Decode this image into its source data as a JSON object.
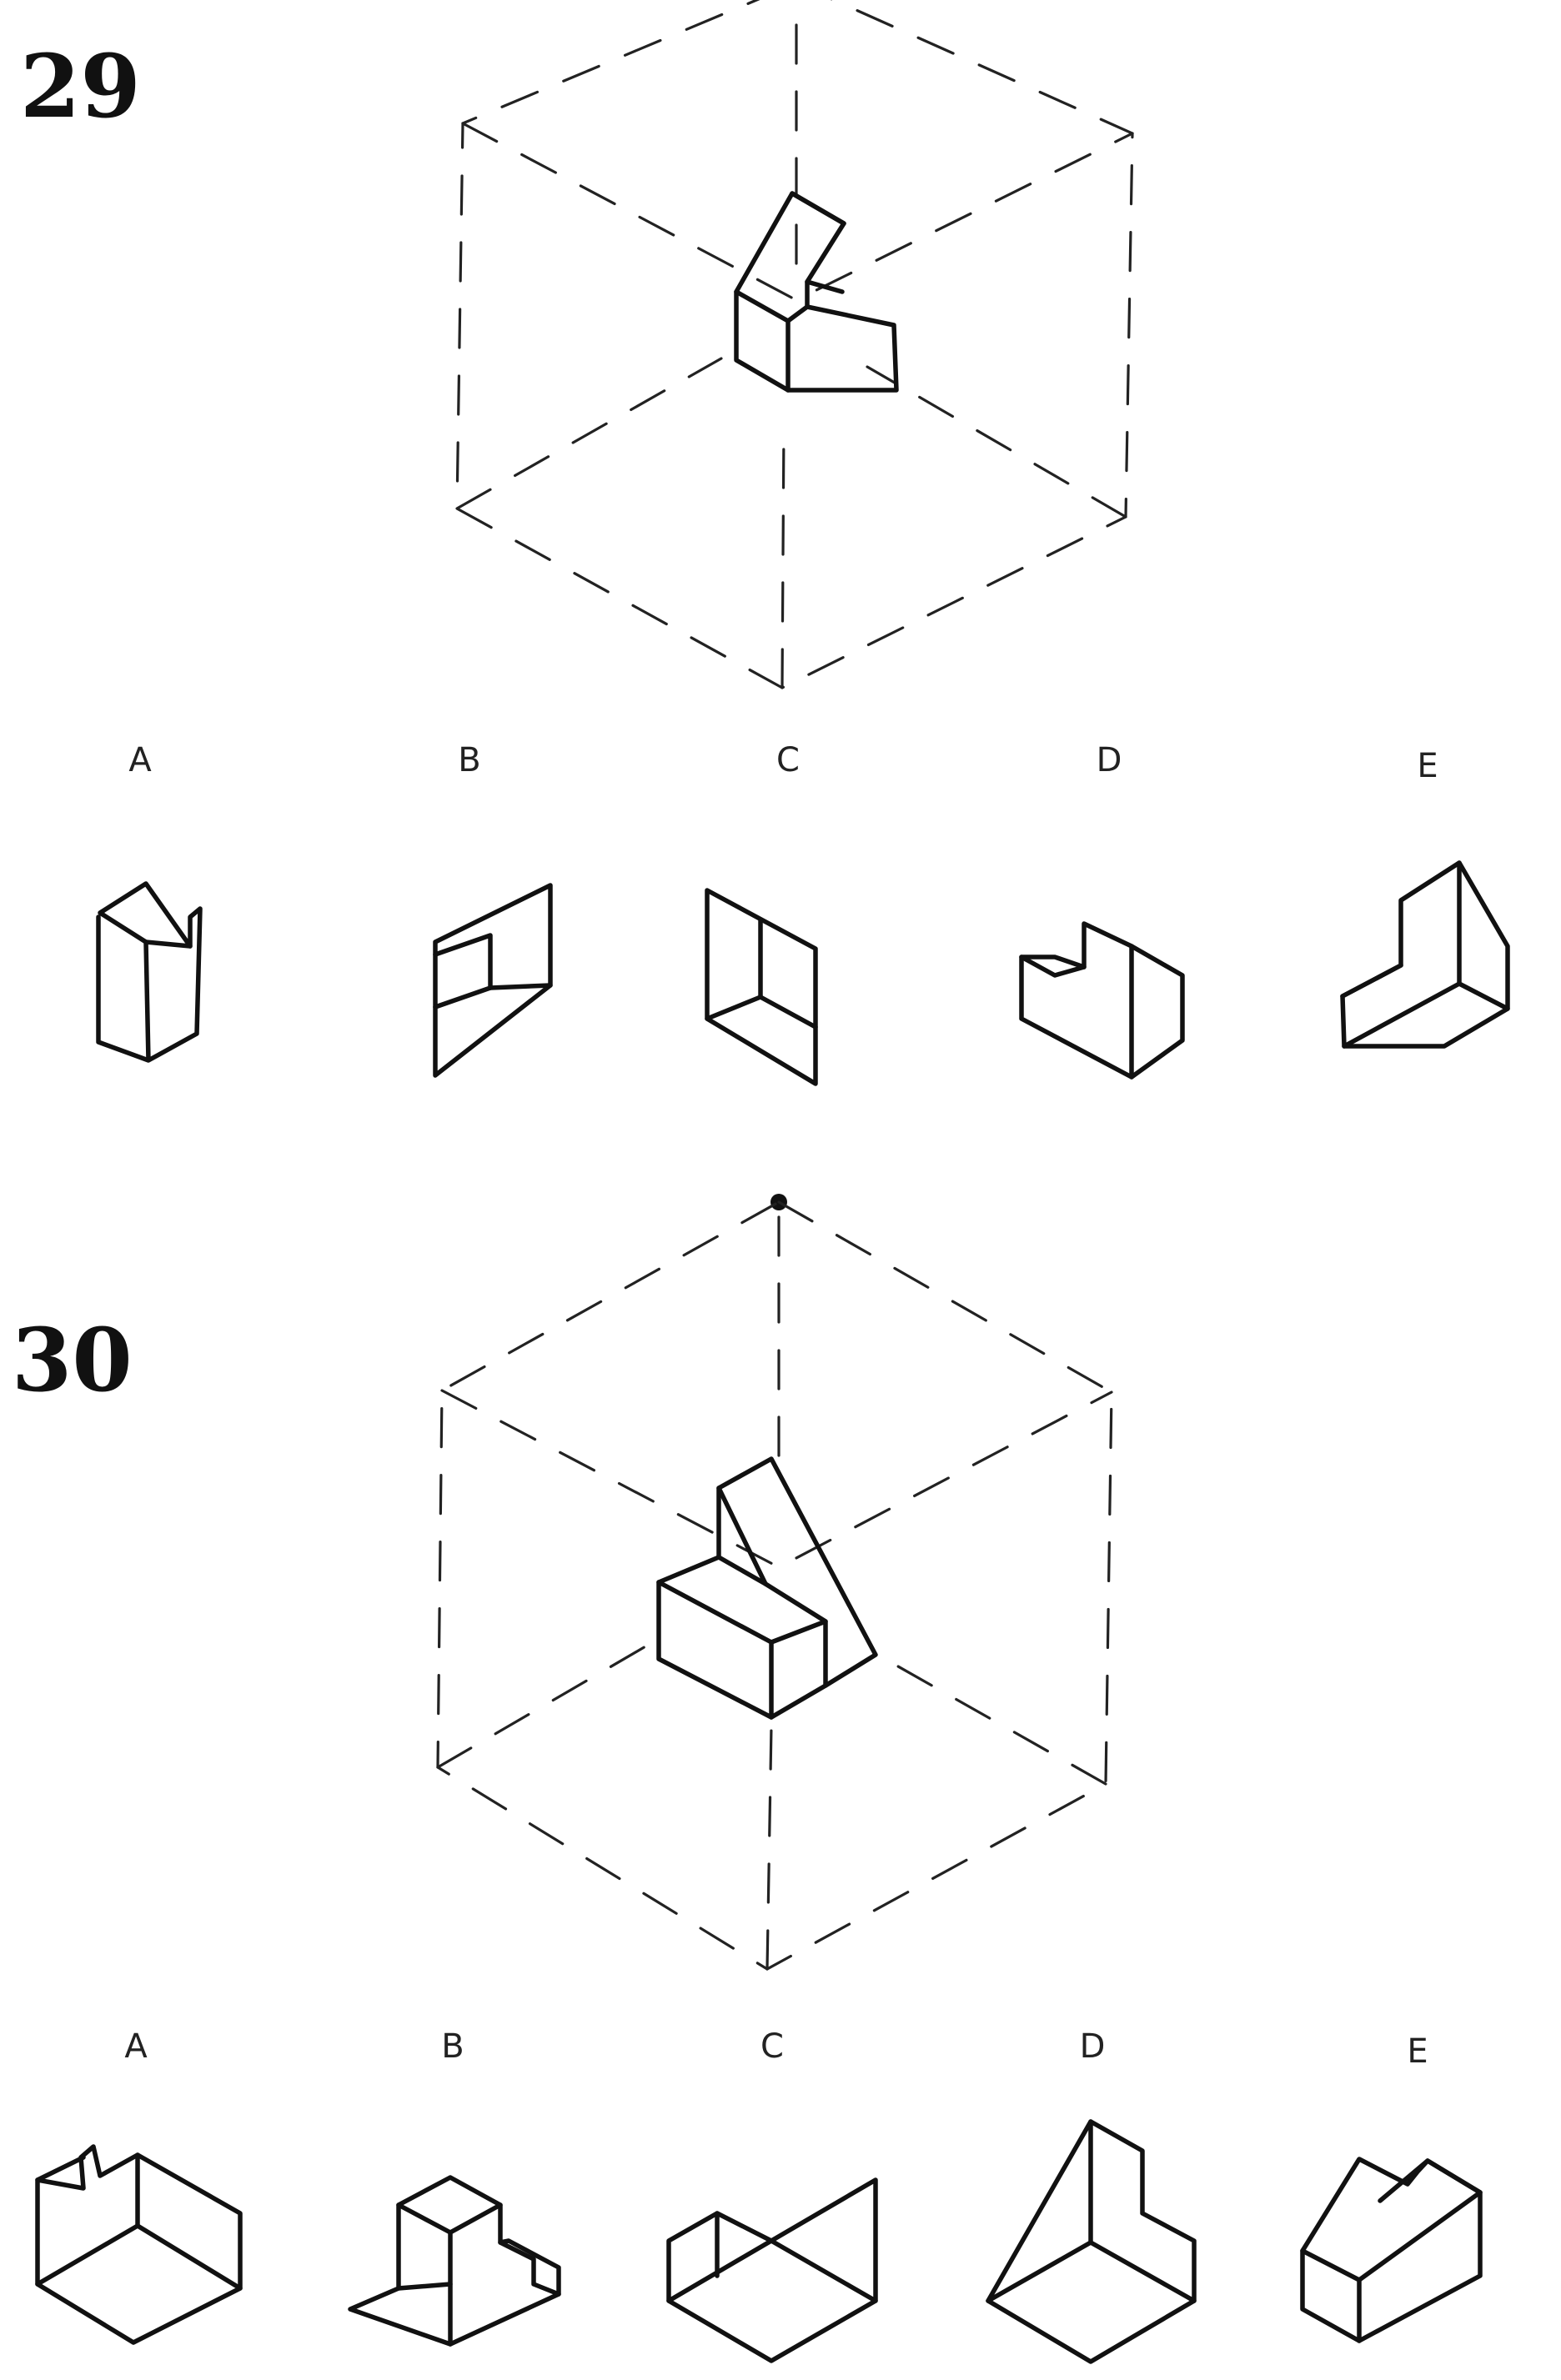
{
  "questions": [
    {
      "number": "29",
      "options": [
        "A",
        "B",
        "C",
        "D",
        "E"
      ]
    },
    {
      "number": "30",
      "options": [
        "A",
        "B",
        "C",
        "D",
        "E"
      ]
    }
  ]
}
